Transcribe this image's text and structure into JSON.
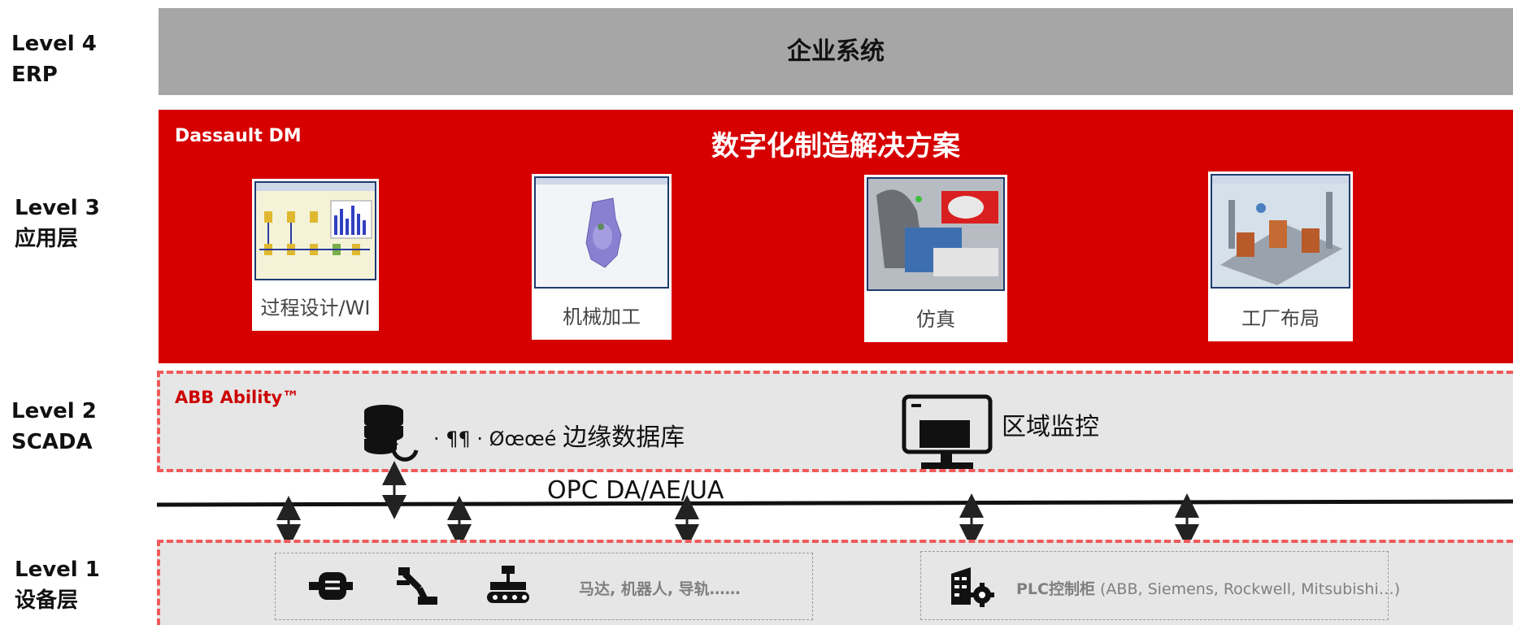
{
  "levels": [
    {
      "line1": "Level 4",
      "line2": "ERP"
    },
    {
      "line1": "Level 3",
      "line2": "应用层"
    },
    {
      "line1": "Level 2",
      "line2": "SCADA"
    },
    {
      "line1": "Level 1",
      "line2": "设备层"
    }
  ],
  "level4": {
    "title": "企业系统"
  },
  "level3": {
    "vendor": "Dassault DM",
    "title": "数字化制造解决方案",
    "cards": [
      {
        "label": "过程设计/WI"
      },
      {
        "label": "机械加工"
      },
      {
        "label": "仿真"
      },
      {
        "label": "工厂布局"
      }
    ]
  },
  "level2": {
    "vendor": "ABB Ability™",
    "edge_db_garbled": "· ¶¶ · Øœœé ",
    "edge_db_label": "边缘数据库",
    "area_monitor_label": "区域监控"
  },
  "bus": {
    "label": "OPC DA/AE/UA"
  },
  "level1": {
    "devices_label": "马达, 机器人, 导轨……",
    "plc_label_bold": "PLC控制柜",
    "plc_label_rest": " (ABB, Siemens, Rockwell, Mitsubishi…)"
  },
  "colors": {
    "red_band": "#d60000",
    "gray_band": "#a6a6a6",
    "dashed_border": "#f05a5a",
    "light_box": "#e6e6e6"
  }
}
